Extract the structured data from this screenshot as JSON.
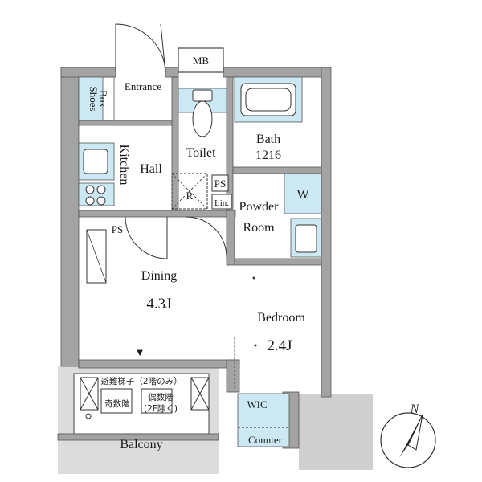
{
  "rooms": {
    "mb": "MB",
    "shoes_box_1": "Shoes",
    "shoes_box_2": "Box",
    "entrance": "Entrance",
    "toilet": "Toilet",
    "bath": "Bath",
    "bath_size": "1216",
    "kitchen": "Kitchen",
    "hall": "Hall",
    "refrigerator": "R",
    "ps_upper": "PS",
    "linen": "Lin.",
    "washer": "W",
    "powder_room_1": "Powder",
    "powder_room_2": "Room",
    "ps_lower": "PS",
    "dining": "Dining",
    "dining_size": "4.3J",
    "bedroom": "Bedroom",
    "bedroom_size": "2.4J",
    "wic": "WIC",
    "counter": "Counter",
    "balcony": "Balcony"
  },
  "balcony_notes": {
    "ladder": "避難梯子（2階のみ）",
    "odd_floors": "奇数階",
    "even_floors": "偶数階",
    "except_2f": "(2F除く)"
  },
  "compass": {
    "north_label": "N"
  },
  "colors": {
    "wall": "#a3a3a3",
    "wet_area": "#cce9f3",
    "line": "#333333",
    "outdoor": "#d9d9d9"
  }
}
